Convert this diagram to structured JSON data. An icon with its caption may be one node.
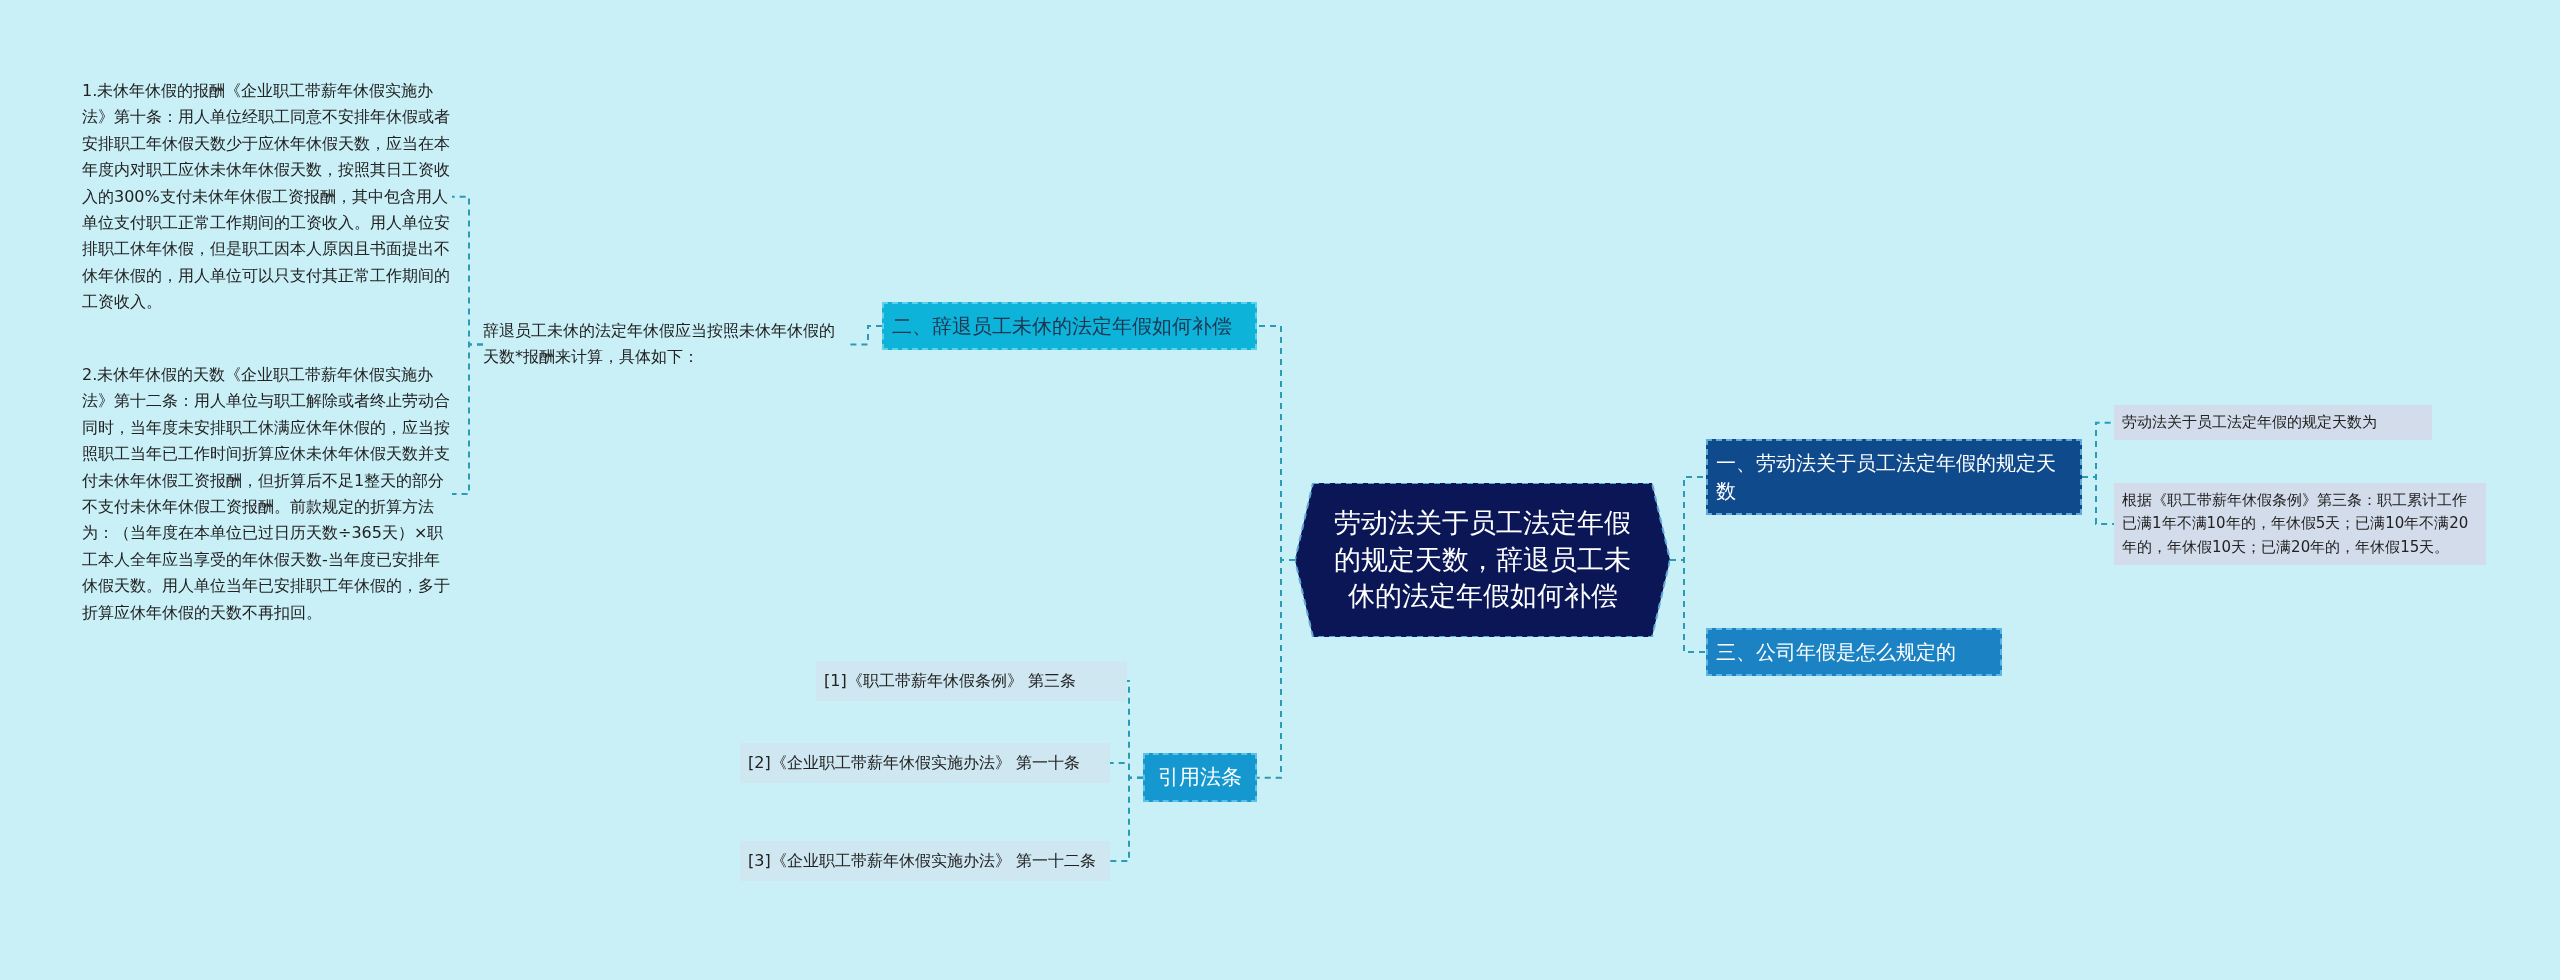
{
  "diagram": {
    "nodes": [
      {
        "text": [
          "劳动法关于员工法定年假的规定天数，辞退员工未休的法定年假如何补偿"
        ]
      },
      {
        "text": [
          "一、劳动法关于员工法定年假的规定天数"
        ]
      },
      {
        "text": [
          "劳动法关于员工法定年假的规定天数为"
        ]
      },
      {
        "text": [
          "根据《职工带薪年休假条例》第三条：职工累计工作已满1年不满10年的，年休假5天；已满10年不满20年的，年休假10天；已满20年的，年休假15天。"
        ]
      },
      {
        "text": [
          "三、公司年假是怎么规定的"
        ]
      },
      {
        "text": [
          "二、辞退员工未休的法定年假如何补偿"
        ]
      },
      {
        "text": [
          "辞退员工未休的法定年休假应当按照未休年休假的天数*报酬来计算，具体如下："
        ]
      },
      {
        "text": [
          "1.未休年休假的报酬《企业职工带薪年休假实施办法》第十条：用人单位经职工同意不安排年休假或者安排职工年休假天数少于应休年休假天数，应当在本年度内对职工应休未休年休假天数，按照其日工资收入的300%支付未休年休假工资报酬，其中包含用人单位支付职工正常工作期间的工资收入。用人单位安排职工休年休假，但是职工因本人原因且书面提出不休年休假的，用人单位可以只支付其正常工作期间的工资收入。"
        ]
      },
      {
        "text": [
          "2.未休年休假的天数《企业职工带薪年休假实施办法》第十二条：用人单位与职工解除或者终止劳动合同时，当年度未安排职工休满应休年休假的，应当按照职工当年已工作时间折算应休未休年休假天数并支付未休年休假工资报酬，但折算后不足1整天的部分不支付未休年休假工资报酬。前款规定的折算方法为：（当年度在本单位已过日历天数÷365天）×职工本人全年应当享受的年休假天数-当年度已安排年休假天数。用人单位当年已安排职工年休假的，多于折算应休年休假的天数不再扣回。"
        ]
      },
      {
        "text": [
          "引用法条"
        ]
      },
      {
        "text": [
          "[1]《职工带薪年休假条例》 第三条"
        ]
      },
      {
        "text": [
          "[2]《企业职工带薪年休假实施办法》 第一十条"
        ]
      },
      {
        "text": [
          "[3]《企业职工带薪年休假实施办法》 第一十二条"
        ]
      }
    ],
    "edges": [
      {
        "from": 0,
        "to": 1,
        "arrow": "none"
      },
      {
        "from": 0,
        "to": 4,
        "arrow": "none"
      },
      {
        "from": 0,
        "to": 5,
        "arrow": "none"
      },
      {
        "from": 0,
        "to": 9,
        "arrow": "none"
      },
      {
        "from": 1,
        "to": 2,
        "arrow": "none"
      },
      {
        "from": 1,
        "to": 3,
        "arrow": "none"
      },
      {
        "from": 5,
        "to": 6,
        "arrow": "none"
      },
      {
        "from": 6,
        "to": 7,
        "arrow": "none"
      },
      {
        "from": 6,
        "to": 8,
        "arrow": "none"
      },
      {
        "from": 9,
        "to": 10,
        "arrow": "none"
      },
      {
        "from": 9,
        "to": 11,
        "arrow": "none"
      },
      {
        "from": 9,
        "to": 12,
        "arrow": "none"
      }
    ]
  }
}
